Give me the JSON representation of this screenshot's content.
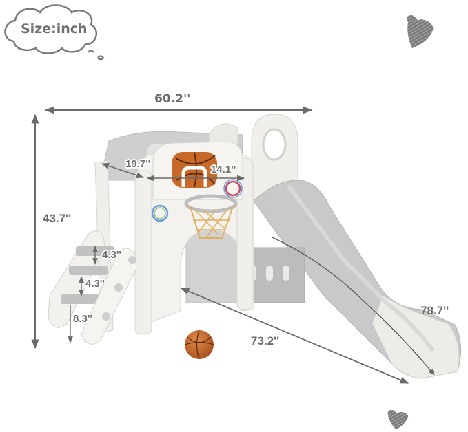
{
  "badge": {
    "label": "Size:inch",
    "shape": "thought-cloud"
  },
  "decorations": {
    "top_heart": "heart-scribble-icon",
    "bottom_heart": "heart-scribble-icon"
  },
  "product": {
    "name": "toddler slide playset with basketball hoop",
    "colors": {
      "body": "#f2f0ec",
      "panel_gray": "#bdbdbd",
      "slide_gray": "#c9c9c9",
      "basketball": "#c8692a",
      "net": "#e0b060",
      "dimension_line": "#6b6b6b",
      "label_text": "#6b6b6b"
    }
  },
  "dimensions": {
    "overall_width": "60.2''",
    "overall_height": "43.7''",
    "top_depth": "19.7''",
    "top_width": "14.1''",
    "step_rise_1": "4.3''",
    "step_rise_2": "4.3''",
    "step_bottom": "8.3''",
    "base_length": "73.2''",
    "slide_length": "78.7''"
  }
}
